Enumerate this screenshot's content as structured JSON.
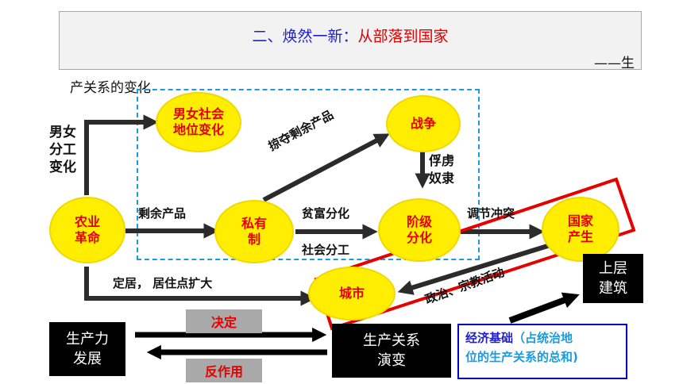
{
  "title": {
    "prefix": "二、焕然一新：",
    "main": "从部落到国家"
  },
  "subtitle": {
    "dash": "——生",
    "line2": "产关系的变化"
  },
  "nodes": {
    "agri": "农业\n革命",
    "gender": "男女社会\n地位变化",
    "private": "私有\n制",
    "war": "战争",
    "class": "阶级\n分化",
    "state": "国家\n产生",
    "city": "城市"
  },
  "labels": {
    "labor": "男女\n分工\n变化",
    "surplus": "剩余产品",
    "plunder": "掠夺剩余产品",
    "slaves": "俘虏\n奴隶",
    "rich_poor": "贫富分化",
    "social_div": "社会分工",
    "mediate": "调节冲突",
    "settle": "定居， 居住点扩大",
    "politics": "政治、宗教活动"
  },
  "blocks": {
    "productivity": "生产力\n发展",
    "relations": "生产关系\n演变",
    "superstructure": "上层\n建筑"
  },
  "arrow_labels": {
    "decide": "决定",
    "react": "反作用"
  },
  "econ": {
    "part1": "经济基础",
    "part2": "（占统治地",
    "part3": "位的生产关系的总和)"
  },
  "colors": {
    "node_fill": "#ffee00",
    "node_text": "#e60000",
    "dash": "#1a9be0",
    "highlight": "#e60000",
    "title_main": "#e00000",
    "title_prefix": "#1f1fd0"
  }
}
